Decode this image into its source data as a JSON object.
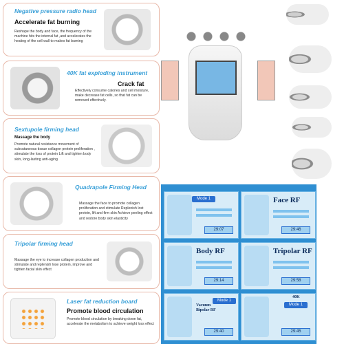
{
  "sections": [
    {
      "title": "Negative pressure radio head",
      "subtitle": "Accelerate fat burning",
      "description": "Reshape the body and face, the frequency of the machine hits the internal fat ,and accelerates the heating of the cell wall to makes fat burning"
    },
    {
      "title": "40K fat exploding instrument",
      "subtitle": "Crack fat",
      "description": "Effectively consume calories and cell moisture, make decrease fat cells, so that fat can be removed effectively."
    },
    {
      "title": "Sextupole firming head",
      "subtitle": "Massage the body",
      "description": "Promote natural resistance movement of subcutaneous tissue collagen protein proliferation , stimulate the loss of protein Lift and tighten body skin, long-lasting anti-aging"
    },
    {
      "title": "Quadrapole Firming Head",
      "subtitle": "",
      "description": "Massage the face to promote collagen proliferation and stimulate Replenish lost protein, lift and firm skin Achieve peeling effect and restore body skin elasticity"
    },
    {
      "title": "Tripolar firming head",
      "subtitle": "",
      "description": "Massage the eye to increase collagen production and stimulate and replenish lose protein, improve and tighten facial skin effect"
    },
    {
      "title": "Laser fat reduction board",
      "subtitle": "Promote blood circulation",
      "description": "Promote blood circulation by breaking down fat, accelerate the metabolism to achieve weight loss effect"
    }
  ],
  "screens": [
    {
      "label": "",
      "mode": "Mode 1",
      "time": "29:07"
    },
    {
      "label": "Face RF",
      "mode": "",
      "time": "29:46"
    },
    {
      "label": "Body RF",
      "mode": "",
      "time": "29:14"
    },
    {
      "label": "Tripolar RF",
      "mode": "",
      "time": "29:58"
    },
    {
      "label": "Vacuum Bipolar RF",
      "mode": "Mode 1",
      "time": "29:40"
    },
    {
      "label": "40K",
      "mode": "Mode 1",
      "time": "29:45"
    }
  ],
  "colors": {
    "accent": "#3aa0d8",
    "card_border": "#e8b8a8",
    "screen_bg": "#2f8fd2"
  }
}
